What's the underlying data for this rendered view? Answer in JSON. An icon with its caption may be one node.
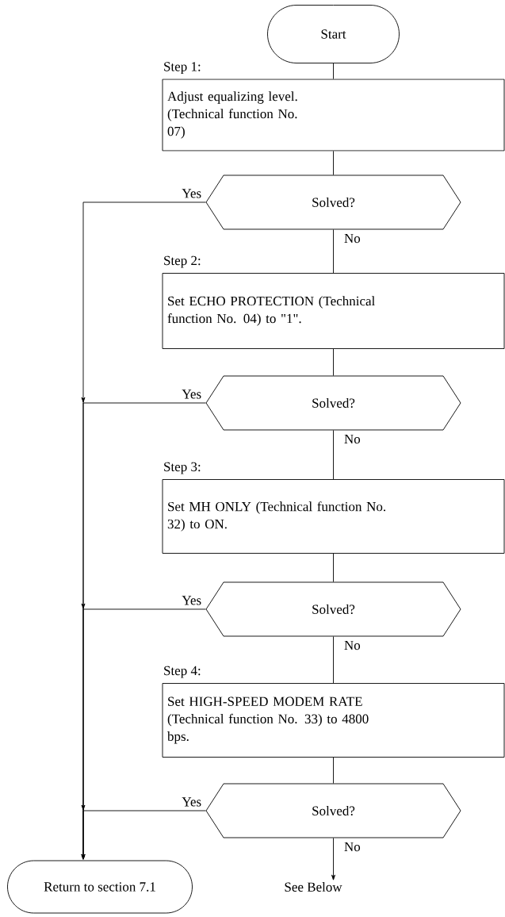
{
  "diagram": {
    "nodes": [
      {
        "text": [
          "Start"
        ]
      },
      {
        "text": [
          "Step 1:",
          "Adjust equalizing level. (Technical function No. 07)"
        ]
      },
      {
        "text": [
          "Solved?"
        ]
      },
      {
        "text": [
          "Step 2:",
          "Set ECHO PROTECTION (Technical function No. 04) to \"1\"."
        ]
      },
      {
        "text": [
          "Solved?"
        ]
      },
      {
        "text": [
          "Step 3:",
          "Set MH ONLY (Technical function No. 32) to ON."
        ]
      },
      {
        "text": [
          "Solved?"
        ]
      },
      {
        "text": [
          "Step 4:",
          "Set HIGH-SPEED MODEM RATE (Technical function No. 33) to 4800 bps."
        ]
      },
      {
        "text": [
          "Solved?"
        ]
      },
      {
        "text": [
          "Return to section 7.1"
        ]
      },
      {
        "text": [
          "See Below"
        ]
      }
    ],
    "edges": [
      {
        "from": 0,
        "to": 1,
        "arrow": "none"
      },
      {
        "from": 1,
        "to": 2,
        "arrow": "none"
      },
      {
        "from": 2,
        "to": 3,
        "arrow": "none",
        "label": "No"
      },
      {
        "from": 2,
        "to": 9,
        "arrow": "to",
        "label": "Yes"
      },
      {
        "from": 3,
        "to": 4,
        "arrow": "none"
      },
      {
        "from": 4,
        "to": 5,
        "arrow": "none",
        "label": "No"
      },
      {
        "from": 4,
        "to": 9,
        "arrow": "to",
        "label": "Yes"
      },
      {
        "from": 5,
        "to": 6,
        "arrow": "none"
      },
      {
        "from": 6,
        "to": 7,
        "arrow": "none",
        "label": "No"
      },
      {
        "from": 6,
        "to": 9,
        "arrow": "to",
        "label": "Yes"
      },
      {
        "from": 7,
        "to": 8,
        "arrow": "none"
      },
      {
        "from": 8,
        "to": 10,
        "arrow": "to",
        "label": "No"
      },
      {
        "from": 8,
        "to": 9,
        "arrow": "to",
        "label": "Yes"
      }
    ]
  }
}
